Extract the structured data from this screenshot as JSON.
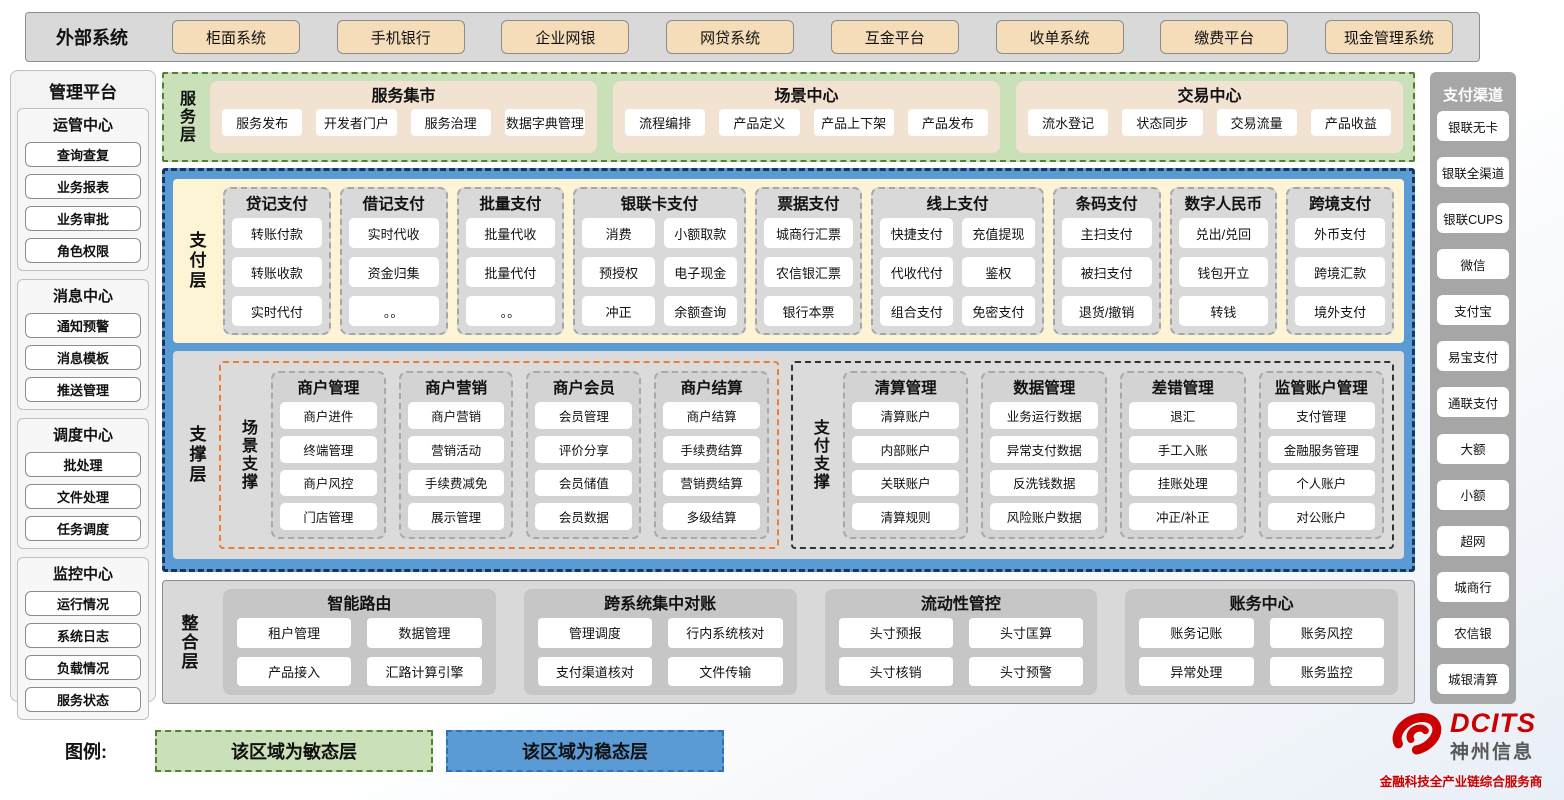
{
  "external": {
    "title": "外部系统",
    "items": [
      "柜面系统",
      "手机银行",
      "企业网银",
      "网贷系统",
      "互金平台",
      "收单系统",
      "缴费平台",
      "现金管理系统"
    ]
  },
  "management": {
    "title": "管理平台",
    "groups": [
      {
        "title": "运管中心",
        "items": [
          "查询查复",
          "业务报表",
          "业务审批",
          "角色权限"
        ]
      },
      {
        "title": "消息中心",
        "items": [
          "通知预警",
          "消息模板",
          "推送管理"
        ]
      },
      {
        "title": "调度中心",
        "items": [
          "批处理",
          "文件处理",
          "任务调度"
        ]
      },
      {
        "title": "监控中心",
        "items": [
          "运行情况",
          "系统日志",
          "负载情况",
          "服务状态"
        ]
      }
    ]
  },
  "service_layer": {
    "label": "服务层",
    "panels": [
      {
        "title": "服务集市",
        "items": [
          "服务发布",
          "开发者门户",
          "服务治理",
          "数据字典管理"
        ]
      },
      {
        "title": "场景中心",
        "items": [
          "流程编排",
          "产品定义",
          "产品上下架",
          "产品发布"
        ]
      },
      {
        "title": "交易中心",
        "items": [
          "流水登记",
          "状态同步",
          "交易流量",
          "产品收益"
        ]
      }
    ]
  },
  "payment_layer": {
    "label": "支付层",
    "columns": [
      {
        "title": "贷记支付",
        "cols": 1,
        "items": [
          "转账付款",
          "转账收款",
          "实时代付"
        ]
      },
      {
        "title": "借记支付",
        "cols": 1,
        "items": [
          "实时代收",
          "资金归集",
          "。。"
        ]
      },
      {
        "title": "批量支付",
        "cols": 1,
        "items": [
          "批量代收",
          "批量代付",
          "。。"
        ]
      },
      {
        "title": "银联卡支付",
        "cols": 2,
        "items": [
          "消费",
          "小额取款",
          "预授权",
          "电子现金",
          "冲正",
          "余额查询"
        ]
      },
      {
        "title": "票据支付",
        "cols": 1,
        "items": [
          "城商行汇票",
          "农信银汇票",
          "银行本票"
        ]
      },
      {
        "title": "线上支付",
        "cols": 2,
        "items": [
          "快捷支付",
          "充值提现",
          "代收代付",
          "鉴权",
          "组合支付",
          "免密支付"
        ]
      },
      {
        "title": "条码支付",
        "cols": 1,
        "items": [
          "主扫支付",
          "被扫支付",
          "退货/撤销"
        ]
      },
      {
        "title": "数字人民币",
        "cols": 1,
        "items": [
          "兑出/兑回",
          "钱包开立",
          "转钱"
        ]
      },
      {
        "title": "跨境支付",
        "cols": 1,
        "items": [
          "外币支付",
          "跨境汇款",
          "境外支付"
        ]
      }
    ]
  },
  "support_layer": {
    "label": "支撑层",
    "scene": {
      "label": "场景支撑",
      "columns": [
        {
          "title": "商户管理",
          "items": [
            "商户进件",
            "终端管理",
            "商户风控",
            "门店管理"
          ]
        },
        {
          "title": "商户营销",
          "items": [
            "商户营销",
            "营销活动",
            "手续费减免",
            "展示管理"
          ]
        },
        {
          "title": "商户会员",
          "items": [
            "会员管理",
            "评价分享",
            "会员储值",
            "会员数据"
          ]
        },
        {
          "title": "商户结算",
          "items": [
            "商户结算",
            "手续费结算",
            "营销费结算",
            "多级结算"
          ]
        }
      ]
    },
    "payment": {
      "label": "支付支撑",
      "columns": [
        {
          "title": "清算管理",
          "items": [
            "清算账户",
            "内部账户",
            "关联账户",
            "清算规则"
          ]
        },
        {
          "title": "数据管理",
          "items": [
            "业务运行数据",
            "异常支付数据",
            "反洗钱数据",
            "风险账户数据"
          ]
        },
        {
          "title": "差错管理",
          "items": [
            "退汇",
            "手工入账",
            "挂账处理",
            "冲正/补正"
          ]
        },
        {
          "title": "监管账户管理",
          "items": [
            "支付管理",
            "金融服务管理",
            "个人账户",
            "对公账户"
          ]
        }
      ]
    }
  },
  "integration_layer": {
    "label": "整合层",
    "panels": [
      {
        "title": "智能路由",
        "items": [
          "租户管理",
          "数据管理",
          "产品接入",
          "汇路计算引擎"
        ]
      },
      {
        "title": "跨系统集中对账",
        "items": [
          "管理调度",
          "行内系统核对",
          "支付渠道核对",
          "文件传输"
        ]
      },
      {
        "title": "流动性管控",
        "items": [
          "头寸预报",
          "头寸匡算",
          "头寸核销",
          "头寸预警"
        ]
      },
      {
        "title": "账务中心",
        "items": [
          "账务记账",
          "账务风控",
          "异常处理",
          "账务监控"
        ]
      }
    ]
  },
  "channels": {
    "title": "支付渠道",
    "items": [
      "银联无卡",
      "银联全渠道",
      "银联CUPS",
      "微信",
      "支付宝",
      "易宝支付",
      "通联支付",
      "大额",
      "小额",
      "超网",
      "城商行",
      "农信银",
      "城银清算"
    ]
  },
  "legend": {
    "label": "图例:",
    "items": [
      {
        "text": "该区域为敏态层",
        "color": "#c9e0b8",
        "border": "#538135"
      },
      {
        "text": "该区域为稳态层",
        "color": "#5b9bd5",
        "border": "#2e74b5"
      }
    ]
  },
  "logo": {
    "brand": "DCITS",
    "name": "神州信息",
    "tagline": "金融科技全产业链综合服务商",
    "accent": "#cc0000"
  }
}
